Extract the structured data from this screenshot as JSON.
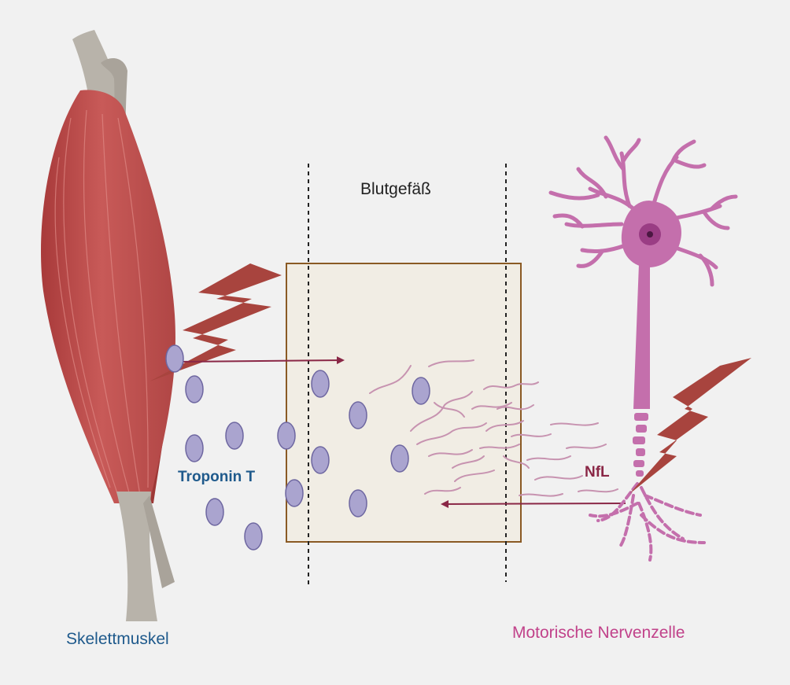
{
  "labels": {
    "vessel": "Blutgefäß",
    "troponin": "Troponin T",
    "nfl": "NfL",
    "muscle": "Skelettmuskel",
    "neuron": "Motorische Nervenzelle"
  },
  "colors": {
    "background": "#f1f1f1",
    "muscle_red": "#c0504f",
    "tendon_gray": "#b8b3aa",
    "lightning": "#a8443e",
    "vessel_fill": "#f1ede4",
    "vessel_border": "#8a5a24",
    "molecule": "#aaa4cf",
    "neuron": "#c46fac",
    "nfl_fiber": "#c793b0",
    "arrow": "#8a2746",
    "troponin_text": "#1f5a8c",
    "neuron_text": "#c1428a"
  },
  "icons": [
    "muscle-illustration",
    "neuron-illustration",
    "lightning-icon",
    "troponin-molecule-icon",
    "nfl-filament-icon"
  ]
}
